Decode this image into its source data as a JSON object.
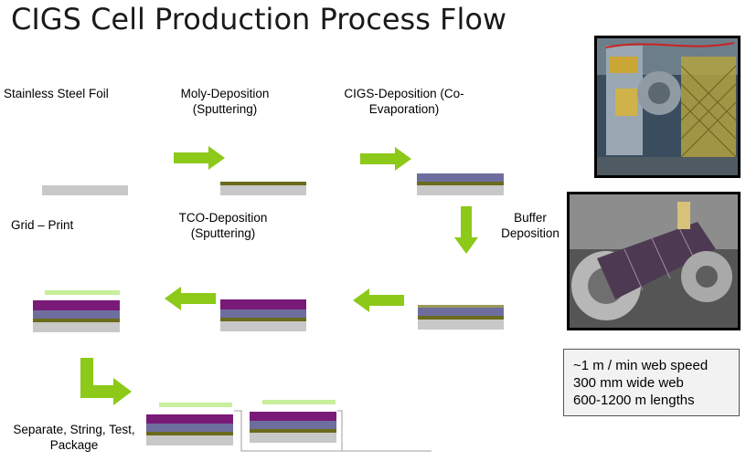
{
  "title": "CIGS Cell Production Process Flow",
  "steps": {
    "foil": "Stainless Steel Foil",
    "moly": "Moly-Deposition\n(Sputtering)",
    "cigs": "CIGS-Deposition (Co-\nEvaporation)",
    "buffer": "Buffer\nDeposition",
    "tco": "TCO-Deposition\n(Sputtering)",
    "grid": "Grid – Print",
    "separate": "Separate, String, Test,\nPackage"
  },
  "specs": [
    "~1 m / min web speed",
    "300 mm wide web",
    "600-1200 m lengths"
  ],
  "colors": {
    "steel": "#c8c8c8",
    "moly": "#6b6b1c",
    "cigs": "#6e6e9e",
    "buffer": "#9a9a5a",
    "tco": "#7a1a78",
    "grid": "#c8ef9c",
    "arrow": "#8cc919"
  },
  "icons": {
    "photo_top": "roll-to-roll-deposition-machine-photo",
    "photo_bottom": "flexible-cigs-web-roller-photo"
  }
}
